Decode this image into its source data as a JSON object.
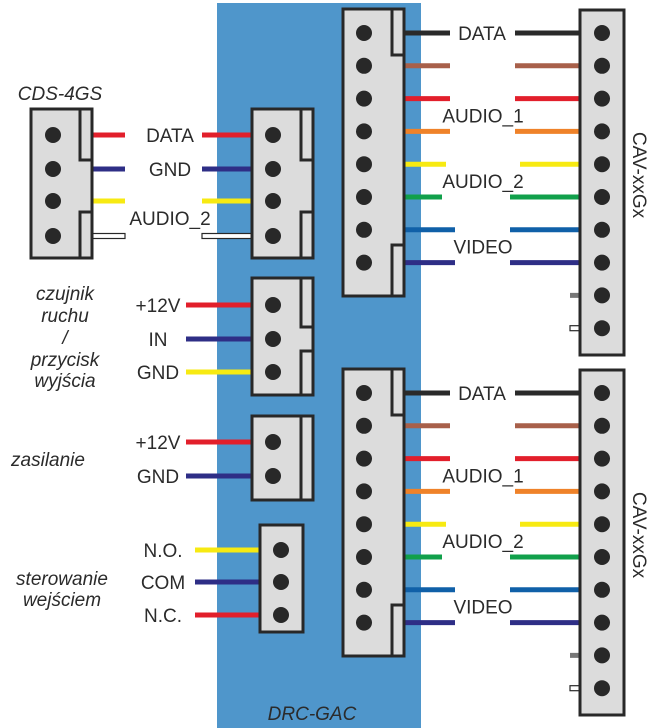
{
  "board": {
    "label": "DRC-GAC",
    "color": "#4f96cb"
  },
  "colors": {
    "black": "#2a2a2a",
    "brown": "#a8604a",
    "red": "#e21f2b",
    "orange": "#ef8229",
    "yellow": "#f7ea12",
    "green": "#11a04b",
    "blue": "#1060a8",
    "navy": "#2e2e86",
    "gray": "#777777",
    "white": "#ffffff"
  },
  "left_devices": [
    {
      "id": "cds",
      "label": "CDS-4GS",
      "wires": [
        {
          "signal": "DATA",
          "color": "red"
        },
        {
          "signal": "GND",
          "color": "navy"
        },
        {
          "signal": "",
          "color": "yellow"
        },
        {
          "signal": "AUDIO_2",
          "color": "white"
        }
      ]
    },
    {
      "id": "sensor",
      "label_lines": [
        "czujnik",
        "ruchu",
        "/",
        "przycisk",
        "wyjścia"
      ],
      "wires": [
        {
          "signal": "+12V",
          "color": "red"
        },
        {
          "signal": "IN",
          "color": "navy"
        },
        {
          "signal": "GND",
          "color": "yellow"
        }
      ]
    },
    {
      "id": "power",
      "label_lines": [
        "zasilanie"
      ],
      "wires": [
        {
          "signal": "+12V",
          "color": "red"
        },
        {
          "signal": "GND",
          "color": "navy"
        }
      ]
    },
    {
      "id": "relay",
      "label_lines": [
        "sterowanie",
        "wejściem"
      ],
      "wires": [
        {
          "signal": "N.O.",
          "color": "yellow"
        },
        {
          "signal": "COM",
          "color": "navy"
        },
        {
          "signal": "N.C.",
          "color": "red"
        }
      ]
    }
  ],
  "monitors": [
    {
      "label": "CAV-xxGx",
      "wires": [
        {
          "signal": "DATA",
          "color": "black"
        },
        {
          "signal": "",
          "color": "brown"
        },
        {
          "signal": "",
          "color": "red"
        },
        {
          "signal": "AUDIO_1",
          "color": "orange"
        },
        {
          "signal": "",
          "color": "yellow"
        },
        {
          "signal": "AUDIO_2",
          "color": "green"
        },
        {
          "signal": "",
          "color": "blue"
        },
        {
          "signal": "VIDEO",
          "color": "navy"
        }
      ],
      "unused_pins": [
        "gray",
        "white"
      ]
    },
    {
      "label": "CAV-xxGx",
      "wires": [
        {
          "signal": "DATA",
          "color": "black"
        },
        {
          "signal": "",
          "color": "brown"
        },
        {
          "signal": "",
          "color": "red"
        },
        {
          "signal": "AUDIO_1",
          "color": "orange"
        },
        {
          "signal": "",
          "color": "yellow"
        },
        {
          "signal": "AUDIO_2",
          "color": "green"
        },
        {
          "signal": "",
          "color": "blue"
        },
        {
          "signal": "VIDEO",
          "color": "navy"
        }
      ],
      "unused_pins": [
        "gray",
        "white"
      ]
    }
  ]
}
